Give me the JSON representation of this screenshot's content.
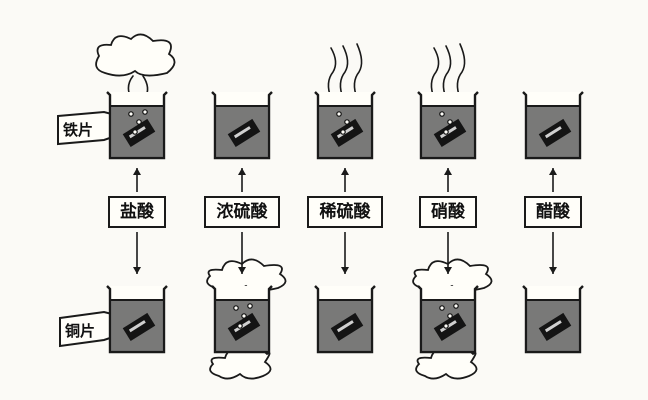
{
  "labels": {
    "iron_tag": "铁片",
    "copper_tag": "铜片"
  },
  "acids": [
    {
      "id": "hcl",
      "name": "盐酸"
    },
    {
      "id": "conc-h2so4",
      "name": "浓硫酸"
    },
    {
      "id": "dil-h2so4",
      "name": "稀硫酸"
    },
    {
      "id": "hno3",
      "name": "硝酸"
    },
    {
      "id": "acetic",
      "name": "醋酸"
    }
  ],
  "iron_row": [
    {
      "acid": "hcl",
      "gas": "cloud",
      "bubbles": 4
    },
    {
      "acid": "conc-h2so4",
      "gas": "none",
      "bubbles": 0
    },
    {
      "acid": "dil-h2so4",
      "gas": "wisps",
      "bubbles": 3
    },
    {
      "acid": "hno3",
      "gas": "wisps",
      "bubbles": 3
    },
    {
      "acid": "acetic",
      "gas": "none",
      "bubbles": 0
    }
  ],
  "copper_row": [
    {
      "acid": "hcl",
      "gas": "none",
      "bubbles": 0
    },
    {
      "acid": "conc-h2so4",
      "gas": "cloud",
      "bubbles": 4
    },
    {
      "acid": "dil-h2so4",
      "gas": "none",
      "bubbles": 0
    },
    {
      "acid": "hno3",
      "gas": "cloud",
      "bubbles": 4
    },
    {
      "acid": "acetic",
      "gas": "none",
      "bubbles": 0
    }
  ]
}
